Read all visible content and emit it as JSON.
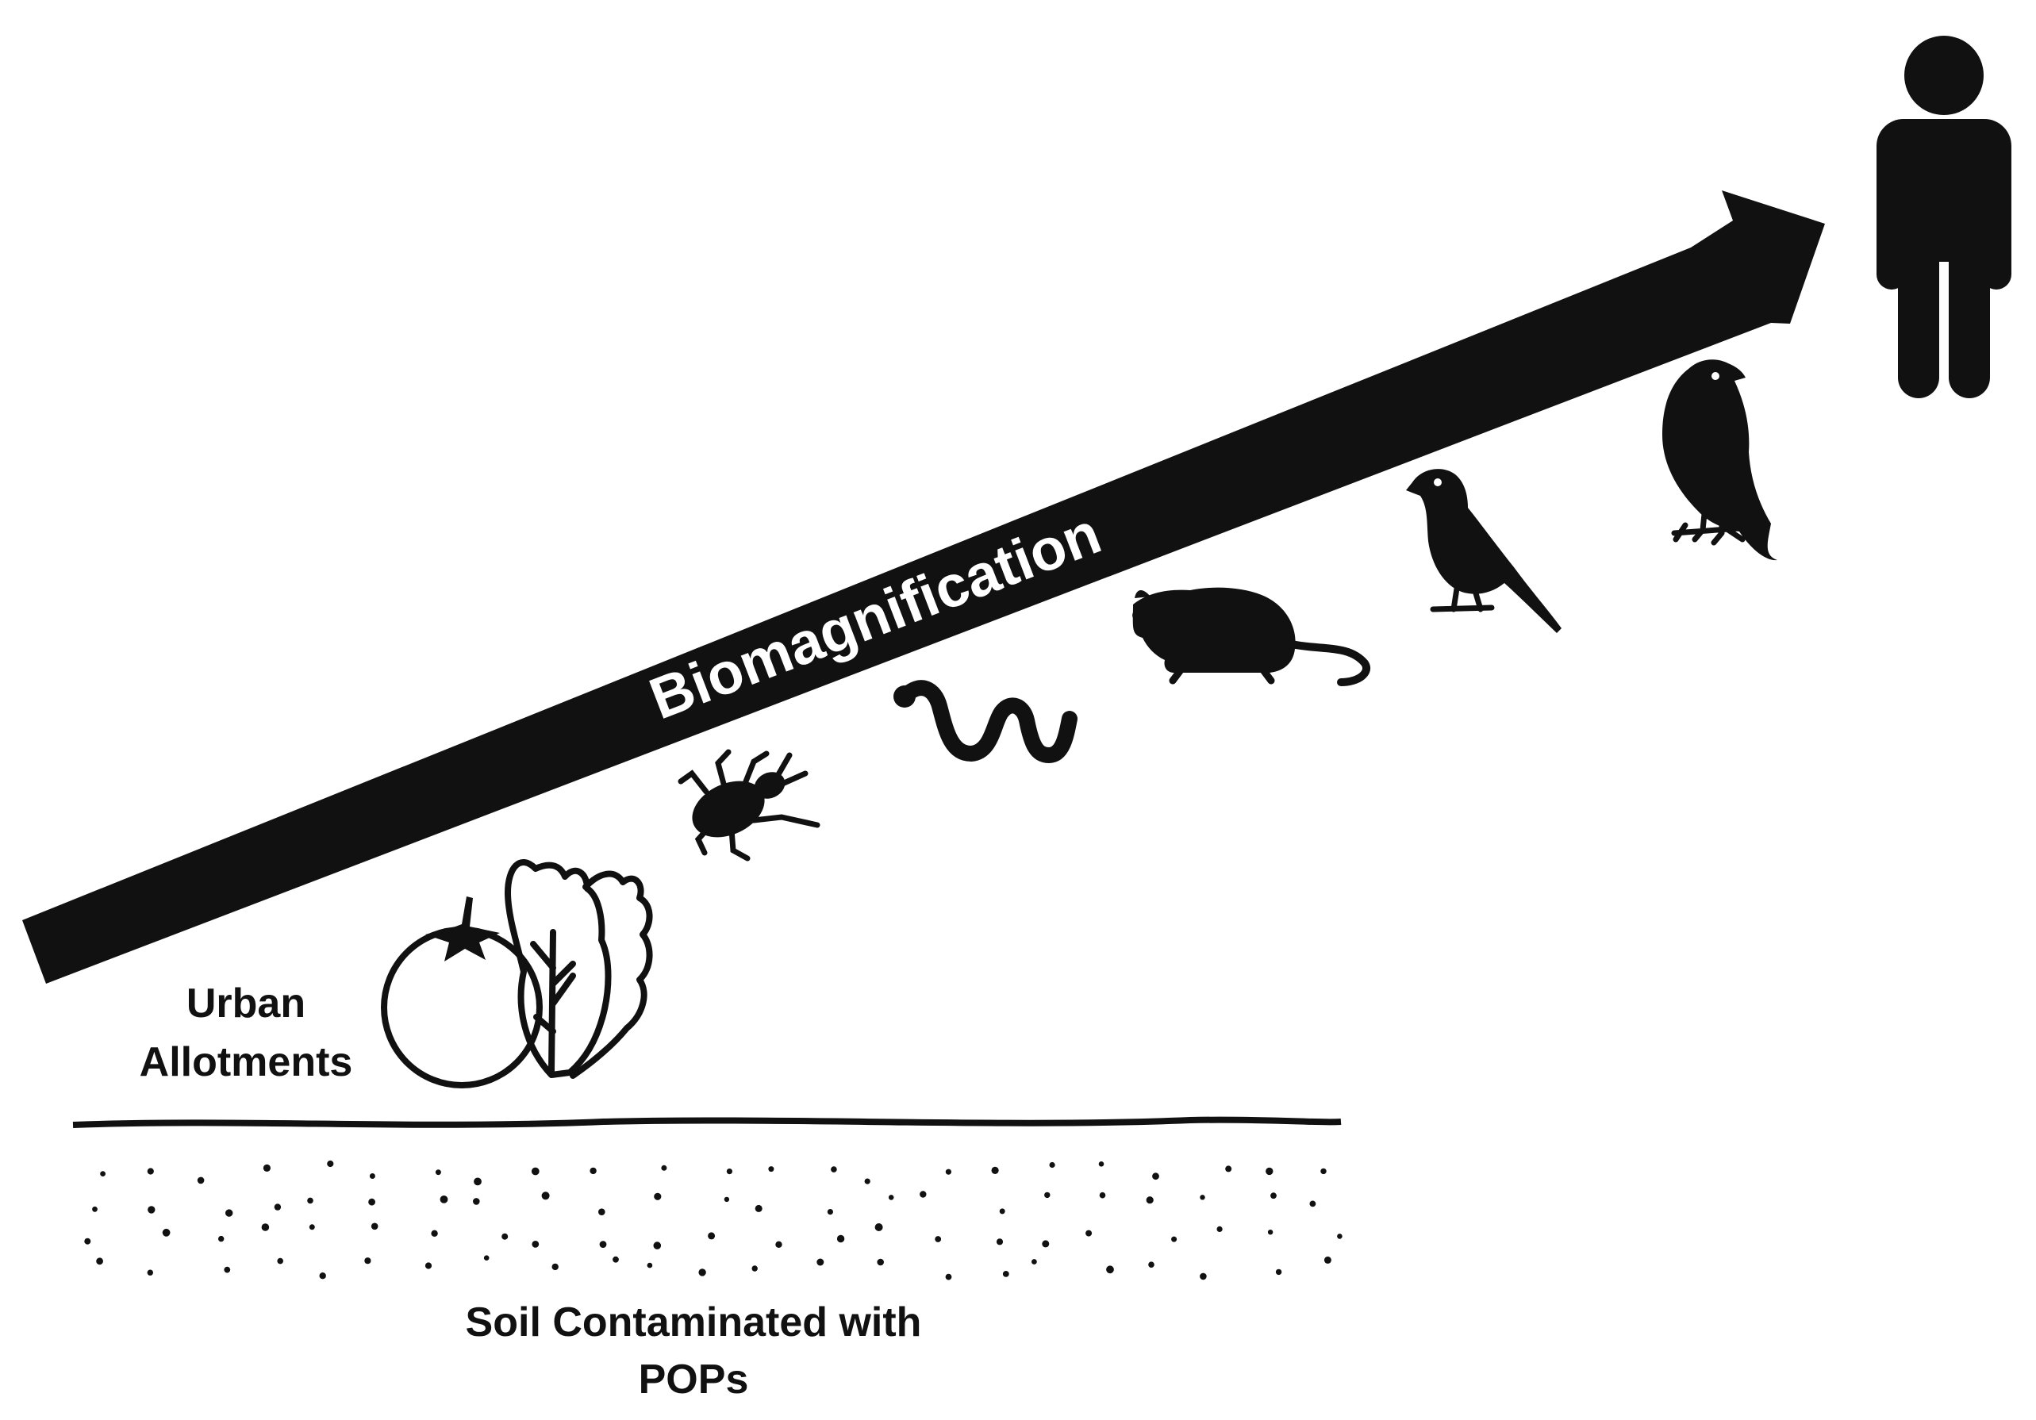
{
  "labels": {
    "arrow": "Biomagnification",
    "allotments_line1": "Urban",
    "allotments_line2": "Allotments",
    "soil_line1": "Soil Contaminated with",
    "soil_line2": "POPs"
  },
  "food_chain": [
    {
      "level": 1,
      "organism": "crops",
      "icon": "vegetables-icon"
    },
    {
      "level": 2,
      "organism": "insect",
      "icon": "beetle-icon"
    },
    {
      "level": 3,
      "organism": "worm",
      "icon": "worm-icon"
    },
    {
      "level": 4,
      "organism": "rodent",
      "icon": "rat-icon"
    },
    {
      "level": 5,
      "organism": "small bird",
      "icon": "songbird-icon"
    },
    {
      "level": 6,
      "organism": "bird of prey",
      "icon": "hawk-icon"
    },
    {
      "level": 7,
      "organism": "human",
      "icon": "person-icon"
    }
  ],
  "colors": {
    "foreground": "#111111",
    "background": "#ffffff",
    "arrow_text": "#ffffff"
  }
}
